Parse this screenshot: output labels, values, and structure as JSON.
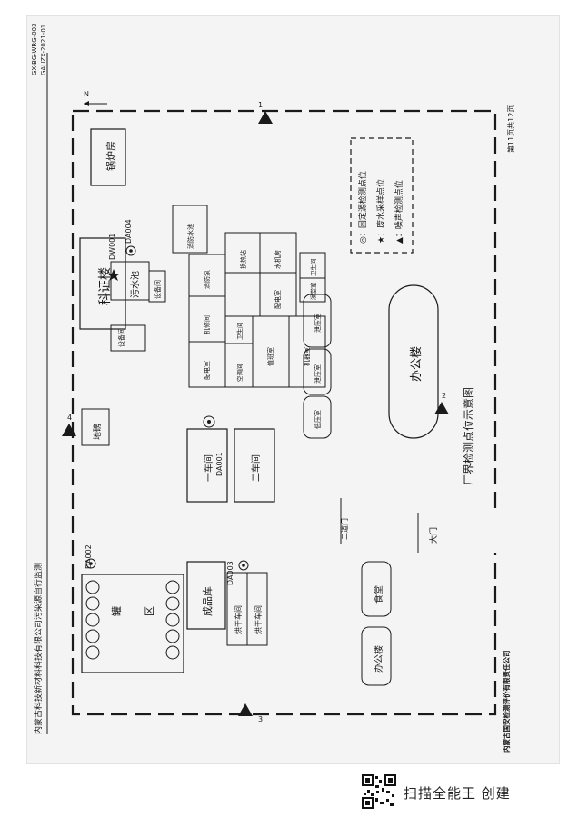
{
  "header": {
    "company": "内蒙古科技新材料科技有限公司污染源自行监测",
    "code1": "GX-BG-WRG-003",
    "code2": "GAUZX-2021-01"
  },
  "map": {
    "title": "厂界检测点位示意图",
    "north": "N",
    "boundary_points": [
      "1",
      "2",
      "3",
      "4"
    ],
    "buildings": {
      "boiler": "锅炉房",
      "kezheng": "科证楼",
      "sewage_pool": "污水池",
      "equipment_room": "设备间",
      "equipment_room2": "设备间",
      "fire_pool": "消防水池",
      "fire_pump": "消防泵",
      "repair": "机修间",
      "power_room": "配电室",
      "toilet": "卫生间",
      "aircompressor": "空调间",
      "duty": "值班室",
      "machine": "机器室",
      "pump_station": "换热站",
      "water_machine": "水机房",
      "power2": "配电室",
      "toilet2": "卫生间",
      "bath": "澡堂室",
      "relief": "泄压室",
      "relief2": "泄压室",
      "low_voltage": "低压室",
      "office_big": "办公楼",
      "dike": "地磅",
      "workshop1": "一车间",
      "workshop2": "二车间",
      "tank_area_1": "罐",
      "tank_area_2": "区",
      "finished": "成品库",
      "dry1": "烘干车间",
      "dry2": "烘干车间",
      "canteen": "食堂",
      "office_small": "办公楼",
      "gate2": "二道门",
      "gate_main": "大门"
    },
    "point_labels": {
      "dw001": "DW001",
      "da004": "DA004",
      "da001": "DA001",
      "da002": "DA002",
      "da003": "DA003"
    },
    "legend": {
      "fixed": "◎：固定源检测点位",
      "water": "★：废水采样点位",
      "noise": "▲：噪声检测点位"
    }
  },
  "footer": {
    "company": "内蒙古国安检测评价有限责任公司",
    "page": "第11页共12页",
    "scan_app": "扫描全能王 创建"
  }
}
